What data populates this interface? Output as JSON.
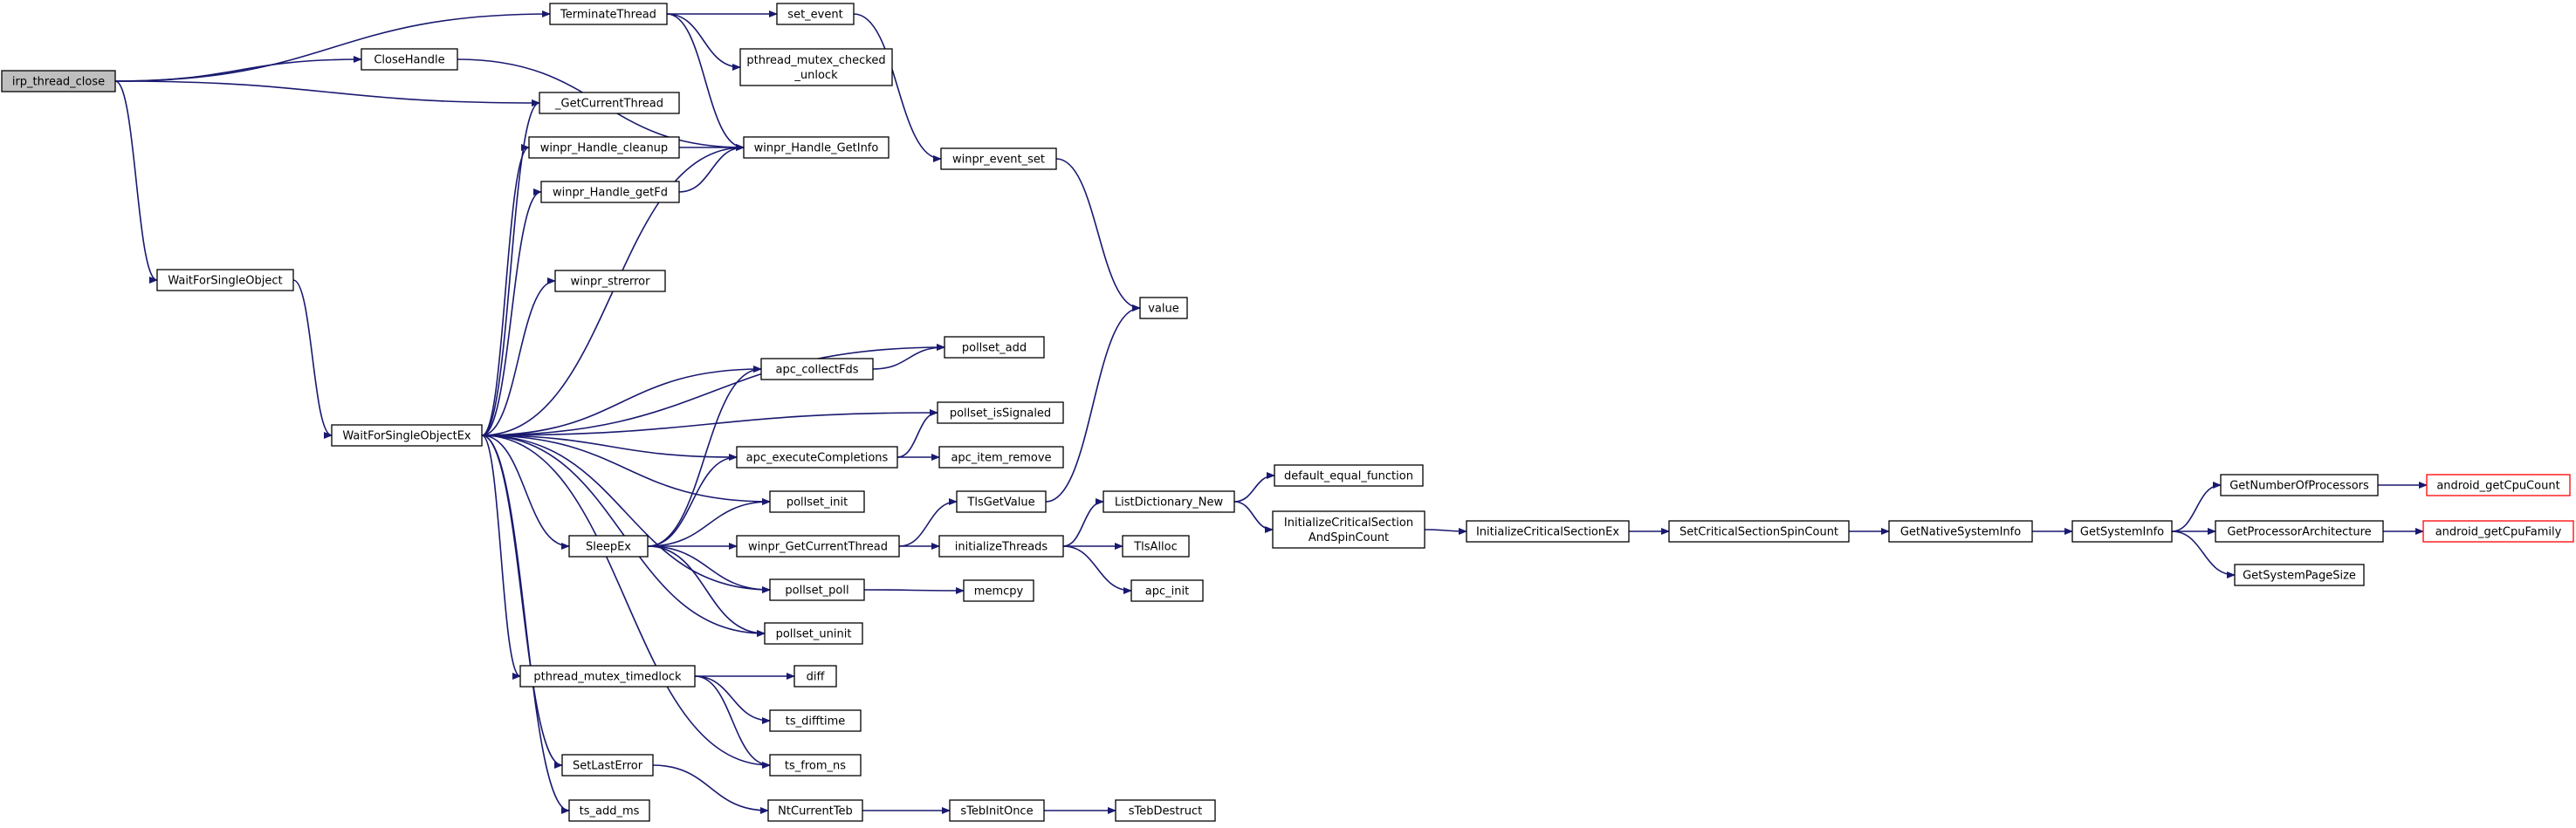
{
  "graph": {
    "edge_color": "#191970",
    "root_fill": "#bfbfbf",
    "node_fill": "#ffffff",
    "truncated_border": "#ff0000",
    "nodes": [
      {
        "id": "irp_thread_close",
        "lines": [
          "irp_thread_close"
        ],
        "root": true
      },
      {
        "id": "TerminateThread",
        "lines": [
          "TerminateThread"
        ]
      },
      {
        "id": "CloseHandle",
        "lines": [
          "CloseHandle"
        ]
      },
      {
        "id": "_GetCurrentThread",
        "lines": [
          "_GetCurrentThread"
        ]
      },
      {
        "id": "WaitForSingleObject",
        "lines": [
          "WaitForSingleObject"
        ]
      },
      {
        "id": "set_event",
        "lines": [
          "set_event"
        ]
      },
      {
        "id": "pthread_mutex_checked_unlock",
        "lines": [
          "pthread_mutex_checked",
          "_unlock"
        ]
      },
      {
        "id": "winpr_Handle_GetInfo",
        "lines": [
          "winpr_Handle_GetInfo"
        ]
      },
      {
        "id": "winpr_event_set",
        "lines": [
          "winpr_event_set"
        ]
      },
      {
        "id": "value",
        "lines": [
          "value"
        ]
      },
      {
        "id": "WaitForSingleObjectEx",
        "lines": [
          "WaitForSingleObjectEx"
        ]
      },
      {
        "id": "winpr_Handle_cleanup",
        "lines": [
          "winpr_Handle_cleanup"
        ]
      },
      {
        "id": "winpr_Handle_getFd",
        "lines": [
          "winpr_Handle_getFd"
        ]
      },
      {
        "id": "winpr_strerror",
        "lines": [
          "winpr_strerror"
        ]
      },
      {
        "id": "pollset_add",
        "lines": [
          "pollset_add"
        ]
      },
      {
        "id": "apc_collectFds",
        "lines": [
          "apc_collectFds"
        ]
      },
      {
        "id": "pollset_isSignaled",
        "lines": [
          "pollset_isSignaled"
        ]
      },
      {
        "id": "apc_executeCompletions",
        "lines": [
          "apc_executeCompletions"
        ]
      },
      {
        "id": "apc_item_remove",
        "lines": [
          "apc_item_remove"
        ]
      },
      {
        "id": "pollset_init",
        "lines": [
          "pollset_init"
        ]
      },
      {
        "id": "SleepEx",
        "lines": [
          "SleepEx"
        ]
      },
      {
        "id": "TlsGetValue",
        "lines": [
          "TlsGetValue"
        ]
      },
      {
        "id": "winpr_GetCurrentThread",
        "lines": [
          "winpr_GetCurrentThread"
        ]
      },
      {
        "id": "initializeThreads",
        "lines": [
          "initializeThreads"
        ]
      },
      {
        "id": "ListDictionary_New",
        "lines": [
          "ListDictionary_New"
        ]
      },
      {
        "id": "default_equal_function",
        "lines": [
          "default_equal_function"
        ]
      },
      {
        "id": "InitializeCriticalSectionAndSpinCount",
        "lines": [
          "InitializeCriticalSection",
          "AndSpinCount"
        ]
      },
      {
        "id": "InitializeCriticalSectionEx",
        "lines": [
          "InitializeCriticalSectionEx"
        ]
      },
      {
        "id": "SetCriticalSectionSpinCount",
        "lines": [
          "SetCriticalSectionSpinCount"
        ]
      },
      {
        "id": "GetNativeSystemInfo",
        "lines": [
          "GetNativeSystemInfo"
        ]
      },
      {
        "id": "GetSystemInfo",
        "lines": [
          "GetSystemInfo"
        ]
      },
      {
        "id": "GetNumberOfProcessors",
        "lines": [
          "GetNumberOfProcessors"
        ]
      },
      {
        "id": "android_getCpuCount",
        "lines": [
          "android_getCpuCount"
        ],
        "truncated": true
      },
      {
        "id": "GetProcessorArchitecture",
        "lines": [
          "GetProcessorArchitecture"
        ]
      },
      {
        "id": "android_getCpuFamily",
        "lines": [
          "android_getCpuFamily"
        ],
        "truncated": true
      },
      {
        "id": "GetSystemPageSize",
        "lines": [
          "GetSystemPageSize"
        ]
      },
      {
        "id": "TlsAlloc",
        "lines": [
          "TlsAlloc"
        ]
      },
      {
        "id": "apc_init",
        "lines": [
          "apc_init"
        ]
      },
      {
        "id": "pollset_poll",
        "lines": [
          "pollset_poll"
        ]
      },
      {
        "id": "memcpy",
        "lines": [
          "memcpy"
        ]
      },
      {
        "id": "pollset_uninit",
        "lines": [
          "pollset_uninit"
        ]
      },
      {
        "id": "pthread_mutex_timedlock",
        "lines": [
          "pthread_mutex_timedlock"
        ]
      },
      {
        "id": "diff",
        "lines": [
          "diff"
        ]
      },
      {
        "id": "ts_difftime",
        "lines": [
          "ts_difftime"
        ]
      },
      {
        "id": "ts_from_ns",
        "lines": [
          "ts_from_ns"
        ]
      },
      {
        "id": "SetLastError",
        "lines": [
          "SetLastError"
        ]
      },
      {
        "id": "NtCurrentTeb",
        "lines": [
          "NtCurrentTeb"
        ]
      },
      {
        "id": "sTebInitOnce",
        "lines": [
          "sTebInitOnce"
        ]
      },
      {
        "id": "sTebDestruct",
        "lines": [
          "sTebDestruct"
        ]
      },
      {
        "id": "ts_add_ms",
        "lines": [
          "ts_add_ms"
        ]
      }
    ],
    "edges": [
      [
        "irp_thread_close",
        "TerminateThread"
      ],
      [
        "irp_thread_close",
        "CloseHandle"
      ],
      [
        "irp_thread_close",
        "_GetCurrentThread"
      ],
      [
        "irp_thread_close",
        "WaitForSingleObject"
      ],
      [
        "TerminateThread",
        "set_event"
      ],
      [
        "TerminateThread",
        "pthread_mutex_checked_unlock"
      ],
      [
        "TerminateThread",
        "winpr_Handle_GetInfo"
      ],
      [
        "CloseHandle",
        "winpr_Handle_GetInfo"
      ],
      [
        "set_event",
        "winpr_event_set"
      ],
      [
        "winpr_event_set",
        "value"
      ],
      [
        "WaitForSingleObject",
        "WaitForSingleObjectEx"
      ],
      [
        "WaitForSingleObjectEx",
        "_GetCurrentThread"
      ],
      [
        "WaitForSingleObjectEx",
        "winpr_Handle_cleanup"
      ],
      [
        "WaitForSingleObjectEx",
        "winpr_Handle_getFd"
      ],
      [
        "WaitForSingleObjectEx",
        "winpr_Handle_GetInfo"
      ],
      [
        "WaitForSingleObjectEx",
        "winpr_strerror"
      ],
      [
        "WaitForSingleObjectEx",
        "pollset_add"
      ],
      [
        "WaitForSingleObjectEx",
        "apc_collectFds"
      ],
      [
        "WaitForSingleObjectEx",
        "pollset_isSignaled"
      ],
      [
        "WaitForSingleObjectEx",
        "apc_executeCompletions"
      ],
      [
        "WaitForSingleObjectEx",
        "pollset_init"
      ],
      [
        "WaitForSingleObjectEx",
        "SleepEx"
      ],
      [
        "WaitForSingleObjectEx",
        "pollset_poll"
      ],
      [
        "WaitForSingleObjectEx",
        "pollset_uninit"
      ],
      [
        "WaitForSingleObjectEx",
        "pthread_mutex_timedlock"
      ],
      [
        "WaitForSingleObjectEx",
        "ts_from_ns"
      ],
      [
        "WaitForSingleObjectEx",
        "SetLastError"
      ],
      [
        "WaitForSingleObjectEx",
        "ts_add_ms"
      ],
      [
        "winpr_Handle_cleanup",
        "winpr_Handle_GetInfo"
      ],
      [
        "winpr_Handle_getFd",
        "winpr_Handle_GetInfo"
      ],
      [
        "apc_collectFds",
        "pollset_add"
      ],
      [
        "apc_executeCompletions",
        "pollset_isSignaled"
      ],
      [
        "apc_executeCompletions",
        "apc_item_remove"
      ],
      [
        "SleepEx",
        "apc_collectFds"
      ],
      [
        "SleepEx",
        "apc_executeCompletions"
      ],
      [
        "SleepEx",
        "pollset_init"
      ],
      [
        "SleepEx",
        "winpr_GetCurrentThread"
      ],
      [
        "SleepEx",
        "pollset_poll"
      ],
      [
        "SleepEx",
        "pollset_uninit"
      ],
      [
        "winpr_GetCurrentThread",
        "TlsGetValue"
      ],
      [
        "winpr_GetCurrentThread",
        "initializeThreads"
      ],
      [
        "TlsGetValue",
        "value"
      ],
      [
        "initializeThreads",
        "ListDictionary_New"
      ],
      [
        "initializeThreads",
        "TlsAlloc"
      ],
      [
        "initializeThreads",
        "apc_init"
      ],
      [
        "ListDictionary_New",
        "default_equal_function"
      ],
      [
        "ListDictionary_New",
        "InitializeCriticalSectionAndSpinCount"
      ],
      [
        "InitializeCriticalSectionAndSpinCount",
        "InitializeCriticalSectionEx"
      ],
      [
        "InitializeCriticalSectionEx",
        "SetCriticalSectionSpinCount"
      ],
      [
        "SetCriticalSectionSpinCount",
        "GetNativeSystemInfo"
      ],
      [
        "GetNativeSystemInfo",
        "GetSystemInfo"
      ],
      [
        "GetSystemInfo",
        "GetNumberOfProcessors"
      ],
      [
        "GetSystemInfo",
        "GetProcessorArchitecture"
      ],
      [
        "GetSystemInfo",
        "GetSystemPageSize"
      ],
      [
        "GetNumberOfProcessors",
        "android_getCpuCount"
      ],
      [
        "GetProcessorArchitecture",
        "android_getCpuFamily"
      ],
      [
        "pollset_poll",
        "memcpy"
      ],
      [
        "pthread_mutex_timedlock",
        "diff"
      ],
      [
        "pthread_mutex_timedlock",
        "ts_difftime"
      ],
      [
        "pthread_mutex_timedlock",
        "ts_from_ns"
      ],
      [
        "SetLastError",
        "NtCurrentTeb"
      ],
      [
        "NtCurrentTeb",
        "sTebInitOnce"
      ],
      [
        "sTebInitOnce",
        "sTebDestruct"
      ]
    ]
  }
}
